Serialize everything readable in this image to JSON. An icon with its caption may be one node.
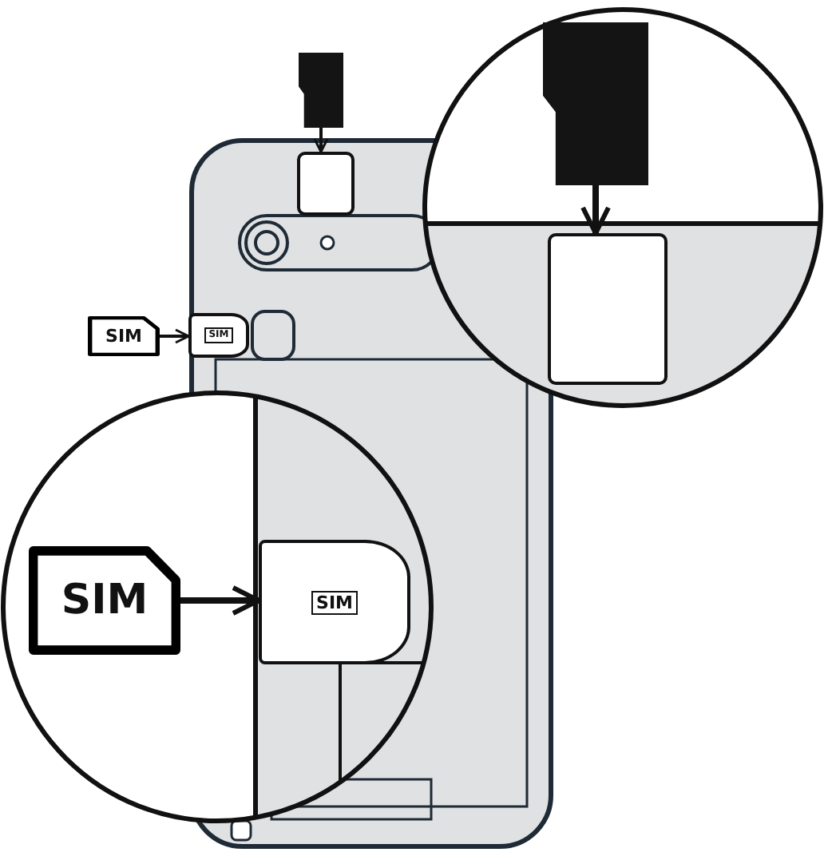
{
  "diagram": {
    "nodes": [
      {
        "text": [],
        "shape": "card"
      },
      {
        "text": [],
        "shape": "box"
      },
      {
        "text": [
          "SIM"
        ]
      },
      {
        "text": [
          "SIM"
        ]
      },
      {
        "text": [],
        "shape": "card"
      },
      {
        "text": [],
        "shape": "box"
      },
      {
        "text": [
          "SIM"
        ]
      },
      {
        "text": [
          "SIM"
        ]
      }
    ],
    "edges": [
      {
        "from": 0,
        "to": 1,
        "arrow": "to"
      },
      {
        "from": 2,
        "to": 3,
        "arrow": "to"
      },
      {
        "from": 4,
        "to": 5,
        "arrow": "to",
        "style": "thick"
      },
      {
        "from": 6,
        "to": 7,
        "arrow": "to",
        "style": "thick"
      }
    ]
  }
}
